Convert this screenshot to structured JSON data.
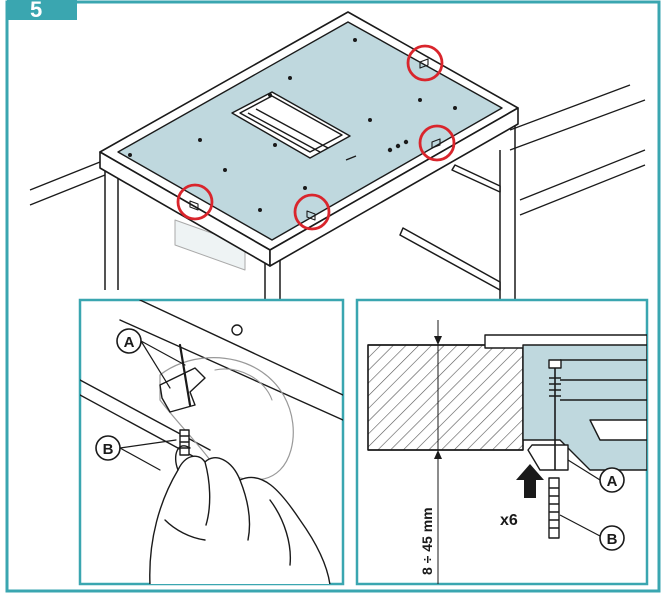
{
  "step": {
    "number": "5"
  },
  "callouts": {
    "left_a": "A",
    "left_b": "B",
    "right_a": "A",
    "right_b": "B"
  },
  "dimension": {
    "label": "8 ÷ 45 mm"
  },
  "quantity": {
    "label": "x6"
  },
  "colors": {
    "frame_border": "#3aa6b0",
    "step_badge": "#3aa6b0",
    "cooktop_glass": "#bfd8de",
    "highlight_circle": "#d9252c",
    "line": "#1a1a1a",
    "hatch": "#555555"
  }
}
